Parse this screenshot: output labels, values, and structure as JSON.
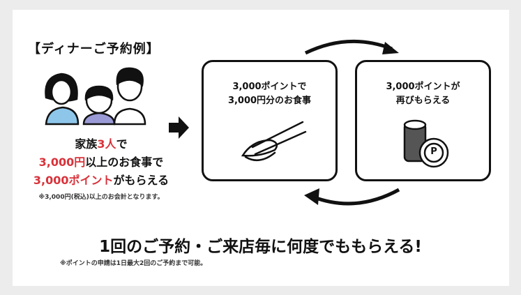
{
  "example_title": "【ディナーご予約例】",
  "left": {
    "line1": {
      "a": "家族",
      "b": "3人",
      "c": "で"
    },
    "line2": {
      "a": "3,000円",
      "b": "以上のお食事で"
    },
    "line3": {
      "a": "3,000ポイント",
      "b": "がもらえる"
    },
    "note": "※3,000円(税込)以上のお会計となります。"
  },
  "box1": {
    "line1": "3,000ポイントで",
    "line2": "3,000円分のお食事"
  },
  "box2": {
    "line1": "3,000ポイントが",
    "line2": "再びもらえる",
    "coin_label": "P"
  },
  "headline": "1回のご予約・ご来店毎に何度でももらえる!",
  "footnote": "※ポイントの申請は1日最大2回のご予約まで可能。",
  "colors": {
    "accent": "#d8323a",
    "mother_shirt": "#8ec6ea",
    "child_shirt": "#9a9ad6"
  }
}
